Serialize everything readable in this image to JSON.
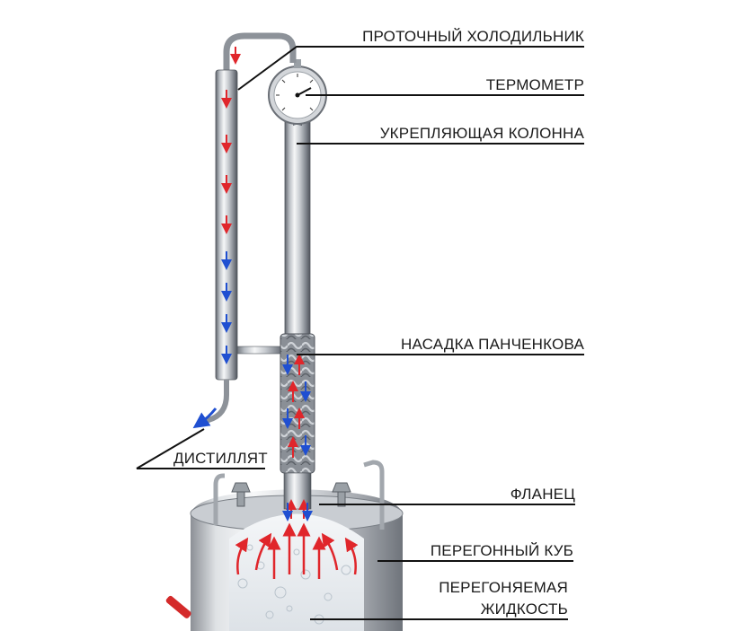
{
  "labels": {
    "condenser": "ПРОТОЧНЫЙ ХОЛОДИЛЬНИК",
    "thermometer": "ТЕРМОМЕТР",
    "column": "УКРЕПЛЯЮЩАЯ КОЛОННА",
    "packing": "НАСАДКА ПАНЧЕНКОВА",
    "distillate": "ДИСТИЛЛЯТ",
    "flange": "ФЛАНЕЦ",
    "pot": "ПЕРЕГОННЫЙ КУБ",
    "liquid_line1": "ПЕРЕГОНЯЕМАЯ",
    "liquid_line2": "ЖИДКОСТЬ"
  },
  "colors": {
    "steel_dark": "#6e737a",
    "steel_light": "#eef0f2",
    "vapor_arrow": "#e0262b",
    "water_arrow": "#1f4fd1",
    "leader_line": "#111111",
    "valve_handle": "#d42a2a"
  },
  "icons": {
    "thermometer_dial": "thermometer-dial-icon",
    "vapor_arrows": "vapor-arrow-icon",
    "water_arrows": "water-arrow-icon"
  }
}
